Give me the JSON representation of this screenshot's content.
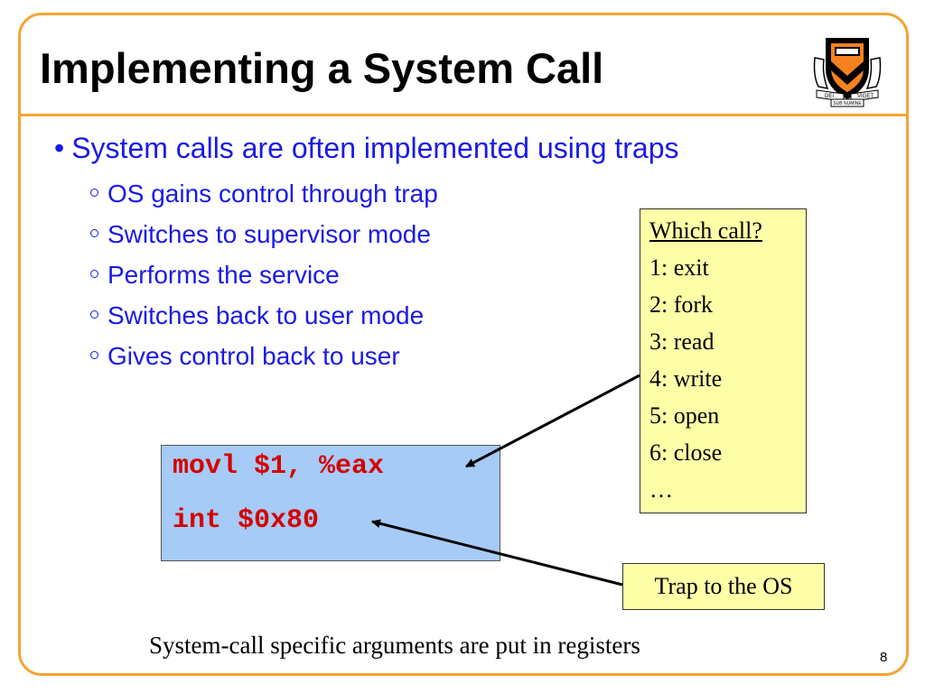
{
  "slide": {
    "title": "Implementing a System Call",
    "page_number": "8",
    "accent_color": "#f2a532"
  },
  "bullets": {
    "main": "System calls are often implemented using traps",
    "sub": [
      "OS gains control through trap",
      "Switches to supervisor mode",
      "Performs the service",
      "Switches back to user mode",
      "Gives control back to user"
    ]
  },
  "code": {
    "line1": "movl $1, %eax",
    "line2": "int $0x80"
  },
  "call_table": {
    "heading": "Which call?",
    "calls": [
      "1: exit",
      "2: fork",
      "3: read",
      "4: write",
      "5: open",
      "6: close",
      "…"
    ]
  },
  "trap_label": "Trap to the OS",
  "caption": "System-call specific arguments are put in registers",
  "logo": {
    "icon": "princeton-shield-icon",
    "motto_left": "DEI",
    "motto_right": "VIGET",
    "motto_bottom": "SUB NUMINE"
  }
}
